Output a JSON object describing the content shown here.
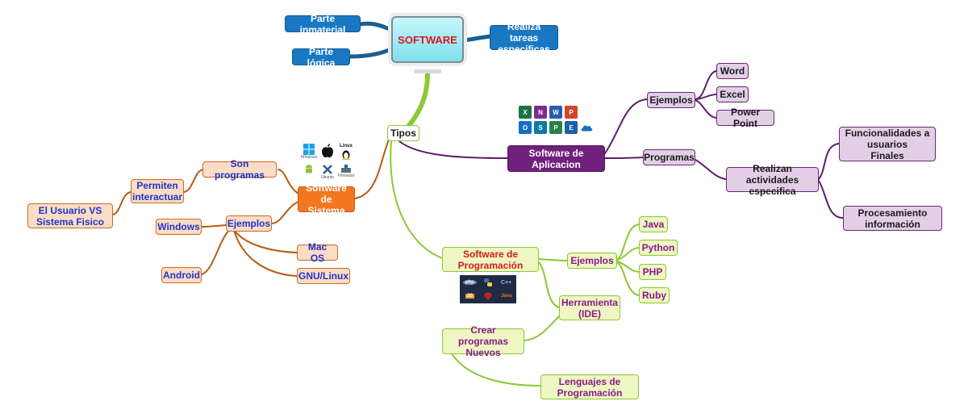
{
  "root": {
    "label": "SOFTWARE"
  },
  "top_nodes": {
    "inmaterial": "Parte inmaterial",
    "logica": "Parte lógica",
    "tareas": "Realiza tareas\nespecificas"
  },
  "tipos": "Tipos",
  "sistema": {
    "label": "Software\nde Sistema",
    "son_programas": "Son programas",
    "permiten": "Permiten\ninteractuar",
    "usuario": "El Usuario VS\nSistema Fisico",
    "ejemplos": "Ejemplos",
    "windows": "Windows",
    "android": "Android",
    "macos": "Mac OS",
    "gnu": "GNU/Linux",
    "logo_labels": [
      "Windows",
      "Linux",
      "Ubuntu",
      "Firmware"
    ]
  },
  "aplicacion": {
    "label": "Software de\nAplicacion",
    "ejemplos": "Ejemplos",
    "word": "Word",
    "excel": "Excel",
    "powerpoint": "Power Point",
    "programas": "Programas",
    "realizan": "Realizan actividades\nespecifica",
    "funcionalidades": "Funcionalidades a\nusuarios\nFinales",
    "procesamiento": "Procesamiento\ninformación"
  },
  "programacion": {
    "label": "Software de\nProgramación",
    "ejemplos": "Ejemplos",
    "java": "Java",
    "python": "Python",
    "php": "PHP",
    "ruby": "Ruby",
    "herramienta": "Herramienta\n(IDE)",
    "crear": "Crear programas\nNuevos",
    "lenguajes": "Lenguajes de\nProgramación",
    "logo_labels": [
      "php",
      "C++",
      "JS",
      "Java"
    ]
  },
  "colors": {
    "blue_branch": "#1a5f8f",
    "green_branch": "#8cc932",
    "orange_branch": "#b85a14",
    "purple_branch": "#5e1c6b"
  }
}
